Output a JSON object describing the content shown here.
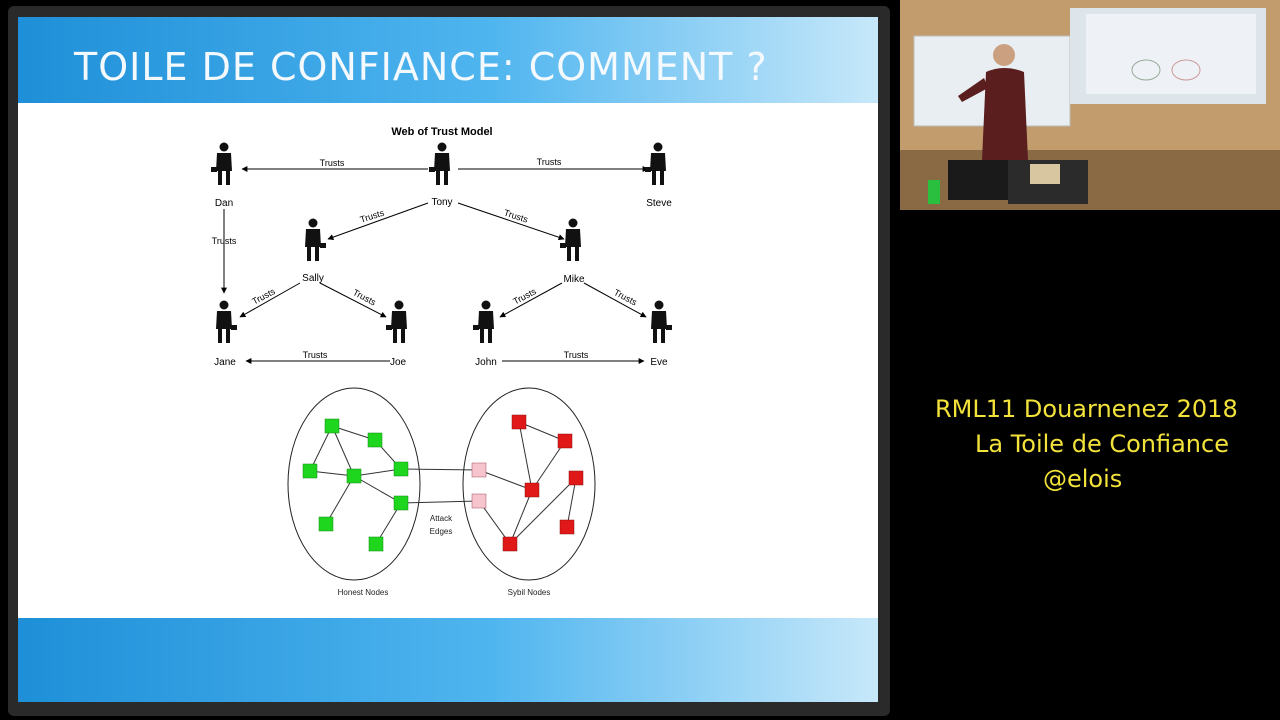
{
  "slide": {
    "title": "TOILE DE CONFIANCE: COMMENT ?",
    "web_of_trust": {
      "title": "Web of Trust Model",
      "people": [
        "Dan",
        "Tony",
        "Steve",
        "Sally",
        "Mike",
        "Jane",
        "Joe",
        "John",
        "Eve"
      ],
      "edge_label": "Trusts"
    },
    "sybil": {
      "attack_label_1": "Attack",
      "attack_label_2": "Edges",
      "honest_label": "Honest Nodes",
      "sybil_label": "Sybil Nodes"
    },
    "colors": {
      "header_start": "#1e8fd8",
      "header_end": "#c7e8fa",
      "honest_node": "#1fd61f",
      "sybil_node": "#e01818",
      "boundary_node": "#f5c4cc"
    }
  },
  "caption": {
    "line1": "RML11 Douarnenez 2018",
    "line2": "La Toile de Confiance",
    "line3": "@elois",
    "color": "#f2e23a"
  }
}
